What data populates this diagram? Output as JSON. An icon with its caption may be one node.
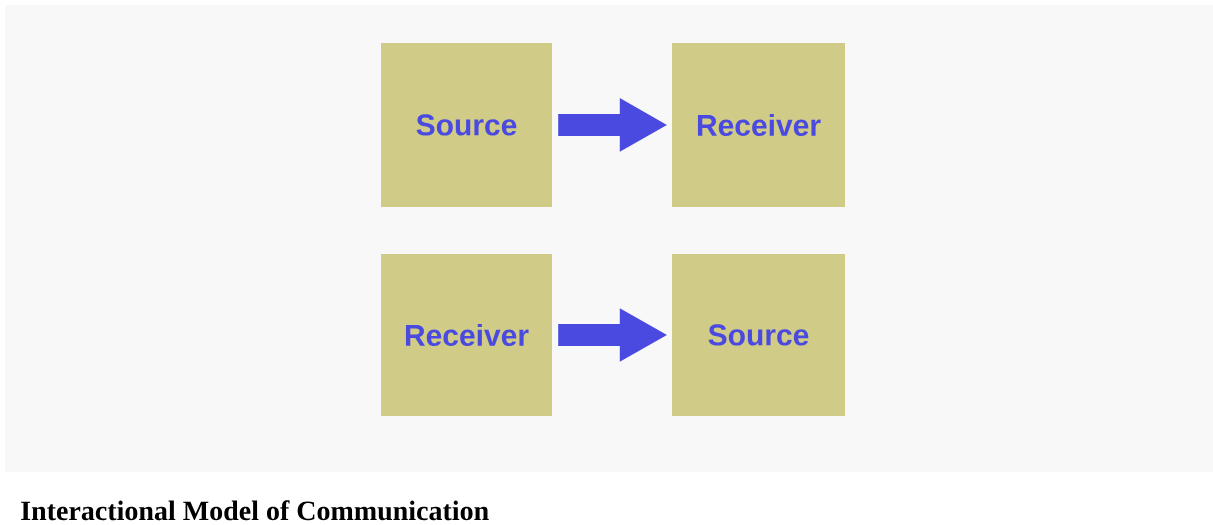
{
  "diagram": {
    "caption": "Interactional Model of Communication",
    "nodes": [
      {
        "text": [
          "Source"
        ]
      },
      {
        "text": [
          "Receiver"
        ]
      },
      {
        "text": [
          "Receiver"
        ]
      },
      {
        "text": [
          "Source"
        ]
      }
    ],
    "edges": [
      {
        "from": 0,
        "to": 1,
        "arrow": "to"
      },
      {
        "from": 2,
        "to": 3,
        "arrow": "to"
      }
    ]
  }
}
